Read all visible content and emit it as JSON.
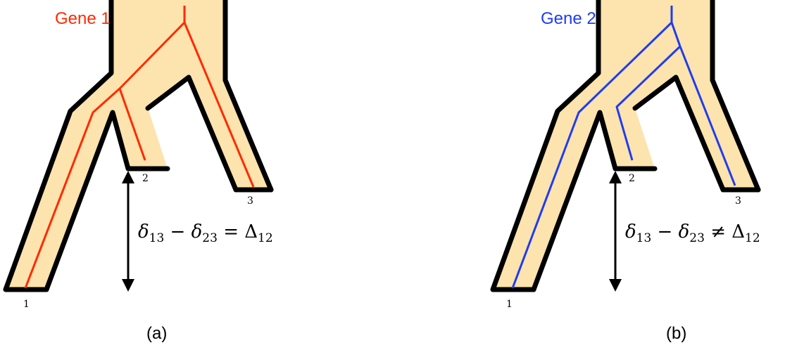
{
  "panels": [
    {
      "gene_label": "Gene 1",
      "gene_color": "#ff2a00",
      "leaves": [
        "1",
        "2",
        "3"
      ],
      "equation": {
        "lhs": "δ",
        "lhs_sub": "13",
        "minus": " − ",
        "mid": "δ",
        "mid_sub": "23",
        "relation": "=",
        "rhs": "Δ",
        "rhs_sub": "12"
      },
      "caption": "(a)"
    },
    {
      "gene_label": "Gene 2",
      "gene_color": "#1f3cf0",
      "leaves": [
        "1",
        "2",
        "3"
      ],
      "equation": {
        "lhs": "δ",
        "lhs_sub": "13",
        "minus": " − ",
        "mid": "δ",
        "mid_sub": "23",
        "relation": "≠",
        "rhs": "Δ",
        "rhs_sub": "12"
      },
      "caption": "(b)"
    }
  ],
  "colors": {
    "species_tree_fill": "#fde3ad",
    "outline": "#000000"
  }
}
